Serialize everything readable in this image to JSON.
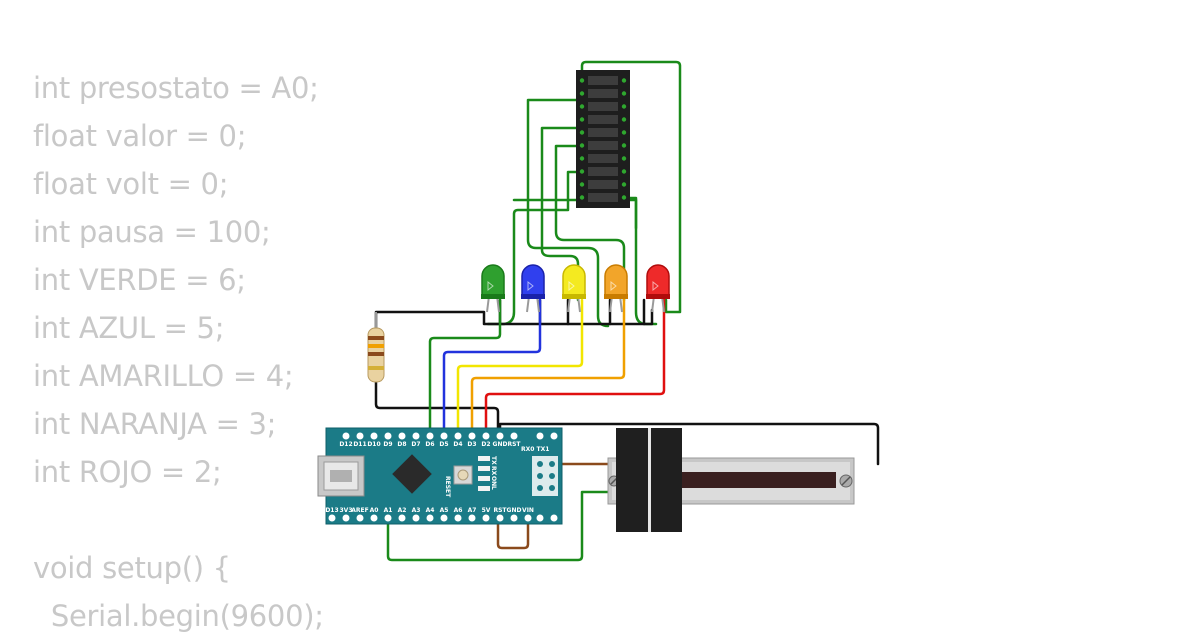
{
  "code": {
    "lines": [
      "int presostato = A0;",
      "float valor = 0;",
      "float volt = 0;",
      "int pausa = 100;",
      "int VERDE = 6;",
      "int AZUL = 5;",
      "int AMARILLO = 4;",
      "int NARANJA = 3;",
      "int ROJO = 2;",
      "",
      "void setup() {",
      "  Serial.begin(9600);"
    ]
  },
  "board": {
    "top_pin_labels": [
      "D12",
      "D11",
      "D10",
      "D9",
      "D8",
      "D7",
      "D6",
      "D5",
      "D4",
      "D3",
      "D2",
      "GND",
      "RST"
    ],
    "bottom_pin_labels": [
      "D13",
      "3V3",
      "AREF",
      "A0",
      "A1",
      "A2",
      "A3",
      "A4",
      "A5",
      "A6",
      "A7",
      "5V",
      "RST",
      "GND",
      "VIN"
    ],
    "button_label": "RESET",
    "led_labels": [
      "TX",
      "RX",
      "ON",
      "L"
    ],
    "header_label": "RX0 TX1"
  },
  "colors": {
    "wire_green": "#1a8a1a",
    "wire_blue": "#2233dd",
    "wire_yellow": "#f2e600",
    "wire_orange": "#f0a000",
    "wire_red": "#e01010",
    "wire_black": "#111111",
    "wire_brown": "#8b4a1c",
    "board": "#1b7b87",
    "code_text": "#c8c8c8"
  },
  "leds": [
    {
      "color": "green"
    },
    {
      "color": "blue"
    },
    {
      "color": "yellow"
    },
    {
      "color": "orange"
    },
    {
      "color": "red"
    }
  ]
}
